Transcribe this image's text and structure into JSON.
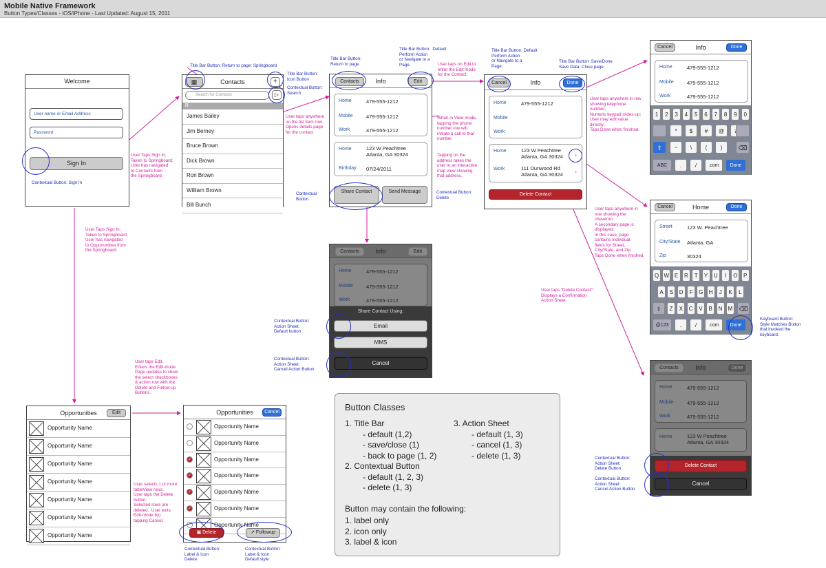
{
  "header": {
    "title": "Mobile Native Framework",
    "subtitle": "Button Types/Classes - iOS/iPhone - Last Updated: August 15, 2011"
  },
  "welcome": {
    "title": "Welcome",
    "user_placeholder": "User name or Email Address",
    "pass_placeholder": "Password",
    "signin": "Sign In"
  },
  "contacts": {
    "title": "Contacts",
    "search": "Search for Contacts",
    "section": "B",
    "items": [
      "James Bailey",
      "Jim Berney",
      "Bruce Brown",
      "Dick Brown",
      "Ron Brown",
      "William Brown",
      "Bill Bunch"
    ]
  },
  "info": {
    "back": "Contacts",
    "title": "Info",
    "edit": "Edit",
    "home_lbl": "Home",
    "home_val": "479-555-1212",
    "mobile_lbl": "Mobile",
    "mobile_val": "479-555-1212",
    "work_lbl": "Work",
    "work_val": "479-555-1212",
    "addr_lbl": "Home",
    "addr_line1": "123 W Peachtree",
    "addr_line2": "Atlanta, GA 30324",
    "bday_lbl": "Birthday",
    "bday_val": "07/24/2011",
    "share": "Share Contact",
    "send": "Send Message"
  },
  "edit_info": {
    "cancel": "Cancel",
    "title": "Info",
    "done": "Done",
    "home_lbl": "Home",
    "home_val": "479-555-1212",
    "mobile_lbl": "Mobile",
    "work_lbl": "Work",
    "addr_lbl": "Home",
    "addr_line1": "123 W Peachtree",
    "addr_line2": "Atlanta, GA 30324",
    "work_addr_lbl": "Work",
    "work_addr_line1": "111 Dunwood Rd",
    "work_addr_line2": "Atlanta, GA 30324",
    "delete": "Delete Contact"
  },
  "keypad": {
    "cancel": "Cancel",
    "title": "Info",
    "done": "Done",
    "home_lbl": "Home",
    "mobile_lbl": "Mobile",
    "work_lbl": "Work",
    "value": "479-555-1212",
    "row1": [
      "1",
      "2",
      "3",
      "4",
      "5",
      "6",
      "7",
      "8",
      "9",
      "0"
    ],
    "row2": [
      "*",
      "$",
      "#",
      "@",
      "&"
    ],
    "row3": [
      "~",
      "\\",
      "(",
      ")"
    ],
    "row4": [
      "ABC",
      ".",
      "/",
      ".com",
      "Done"
    ]
  },
  "address": {
    "cancel": "Cancel",
    "title": "Home",
    "done": "Done",
    "street_lbl": "Street",
    "street_val": "123 W. Peachtree",
    "city_lbl": "City/State",
    "city_val": "Atlanta, GA",
    "zip_lbl": "Zip",
    "zip_val": "30324",
    "row1": [
      "Q",
      "W",
      "E",
      "R",
      "T",
      "Y",
      "U",
      "I",
      "O",
      "P"
    ],
    "row2": [
      "A",
      "S",
      "D",
      "F",
      "G",
      "H",
      "J",
      "K",
      "L"
    ],
    "row3": [
      "Z",
      "X",
      "C",
      "V",
      "B",
      "N",
      "M"
    ],
    "row4": [
      "@123",
      ".",
      "/",
      ".com",
      "Done"
    ]
  },
  "share_sheet": {
    "back": "Contacts",
    "title": "Info",
    "edit": "Edit",
    "home_lbl": "Home",
    "mobile_lbl": "Mobile",
    "work_lbl": "Work",
    "value": "479-555-1212",
    "sheet_title": "Share Contact Using:",
    "email": "Email",
    "mms": "MMS",
    "cancel": "Cancel"
  },
  "delete_sheet": {
    "back": "Contacts",
    "title": "Info",
    "edit": "Done",
    "home_lbl": "Home",
    "mobile_lbl": "Mobile",
    "work_lbl": "Work",
    "value": "479-555-1212",
    "addr_lbl": "Home",
    "addr_line1": "123 W Peachtree",
    "addr_line2": "Atlanta, GA 30324",
    "delete": "Delete Contact",
    "cancel": "Cancel"
  },
  "opps": {
    "title": "Opportunities",
    "edit": "Edit",
    "item": "Opportunity Name",
    "count": 7
  },
  "opps_edit": {
    "title": "Opportunities",
    "cancel": "Cancel",
    "item": "Opportunity Name",
    "delete": "Delete",
    "followup": "Followup"
  },
  "annotations": {
    "a1": "Title Bar Button: Return to page: Springboard",
    "a2": "Title Bar Button:\nIcon Button",
    "a3": "Contextual Button:\nSearch",
    "a4": "User Taps Sign In;\nTaken to Springboard;\nUser has navigated\nto Contacts from\nthe Springboard.",
    "a5": "Contextual Button: Sign In",
    "a6": "User taps anywhere\non the list item row.\nOpens details page\nfor the contact.",
    "a7": "Title Bar Button:\nReturn to page",
    "a8": "Title Bar Button:  Default\nPerform Action\nor Navigate to a\nPage.",
    "a9": "User taps on Edit to\nenter the Edit mode\nfor the Contact.",
    "a10": "When in View mode,\ntapping the phone\nnumber row will\ninitiate a call to that\nnumber.",
    "a11": "Tapping on the\naddress takes the\nuser to an interactive\nmap view showing\nthat address.",
    "a12": "Contextual\nButton",
    "a13": "Title Bar Button: Default\nPerform Action\nor Navigate to a\nPage.",
    "a14": "Title Bar Button: Save/Done\nSave Data; Close page",
    "a15": "User taps anywhere in row\nshowing telephone\nnumber;\nNumeric keypad slides-up;\nUser may edit value\ndirectly;\nTaps Done when finished.",
    "a16": "Contextual Button:\nDelete",
    "a17": "User taps anywhere in\nrow showing the\ncheveron;\nA secondary page is\ndisplayed;\nIn this case, page\ncontains individual\nfields for Street,\nCity/State, and Zip;\nTaps Done when finished.",
    "a18": "User taps \"Delete Contact\":\nDisplays a Confirmation\nAction Sheet.",
    "a19": "Keyboard Button:\nStyle Matches Button\nthat invoked the\nkeyboard.",
    "a20": "User Taps Sign In;\nTaken to Springboard;\nUser has navigated\nto Opportunities from\nthe Springboard.",
    "a21": "Contextual Button:\nAction Sheet:\nDefault button",
    "a22": "Contextual Button:\nAction Sheet:\nCancel Action Button",
    "a23": "User taps Edit.\nEnters the Edit-mode\nPage updates to show\nthe select checkboxes\n& action row with the\nDelete and Follow-up\nButtons.",
    "a24": "User selects 1 or more\ntableView rows.\nUser taps the Delete\nbutton.\nSelected rows are\ndeleted.  User exits\nEdit-mode by)\ntapping Cancel.",
    "a25": "Contextual Button:\nLabel & Icon\nDelete",
    "a26": "Contextual Button:\nLabel & Icon\nDefault style",
    "a27": "Contextual Button:\nAction Sheet:\nDelete Button",
    "a28": "Contextual Button:\nAction Sheet:\nCancel Action Button"
  },
  "legend": {
    "title": "Button Classes",
    "col1": [
      "1. Title Bar",
      "- default (1,2)",
      "- save/close (1)",
      "- back to page (1, 2)",
      "2. Contextual Button",
      "- default (1, 2, 3)",
      "- delete  (1, 3)"
    ],
    "col2": [
      "3. Action Sheet",
      "- default (1, 3)",
      "- cancel (1, 3)",
      "- delete (1, 3)"
    ],
    "contains_title": "Button may contain the following:",
    "contains": [
      "1. label only",
      "2. icon only",
      "3. label & icon"
    ]
  },
  "colors": {
    "accent": "#2f6fd6",
    "annotation": "#d1219c",
    "annotation_blue": "#1f2fb8",
    "delete": "#b3242b"
  }
}
